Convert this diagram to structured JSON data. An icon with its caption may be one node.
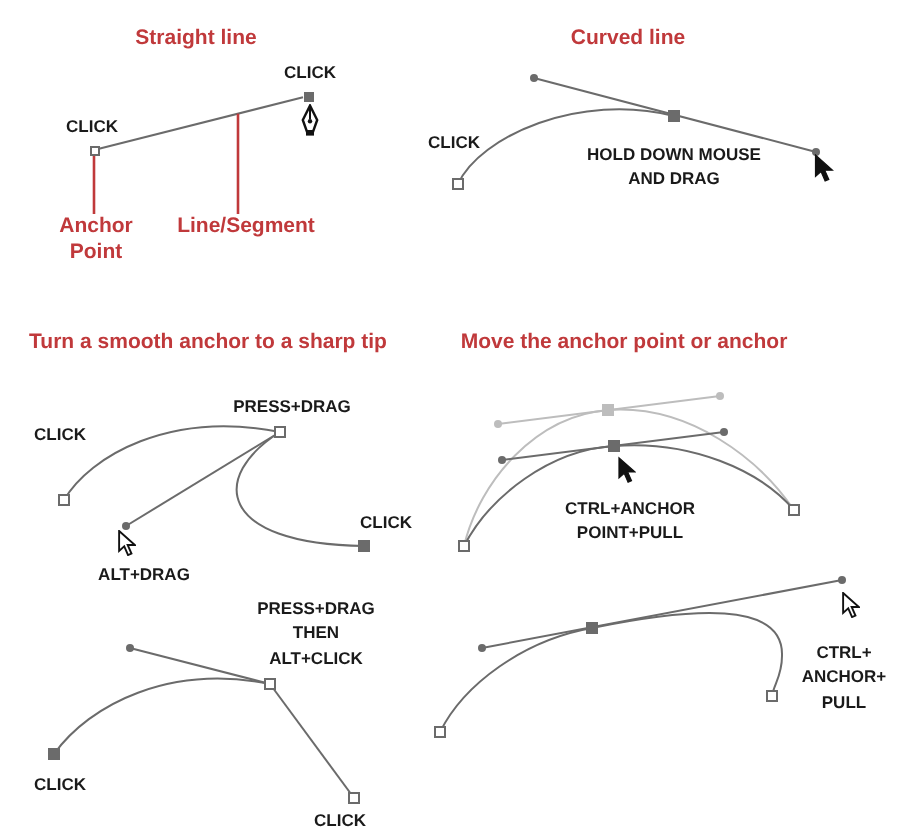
{
  "diagram": {
    "nodes": [
      {
        "text": [],
        "shape": "box"
      },
      {
        "text": [],
        "shape": "box"
      },
      {
        "text": [
          "Anchor Point"
        ]
      },
      {
        "text": [
          "Line/Segment"
        ]
      }
    ],
    "edges": [
      {
        "from": 0,
        "to": 1,
        "arrow": "none",
        "color": "#6b6b6b"
      },
      {
        "from": 2,
        "to": 0,
        "arrow": "none"
      },
      {
        "from": 3,
        "to": null,
        "arrow": "none"
      }
    ],
    "labels": [
      "Straight line",
      "Curved line",
      "CLICK",
      "CLICK",
      "CLICK",
      "HOLD DOWN MOUSE AND DRAG",
      "Turn a smooth anchor to a sharp tip",
      "Move the anchor point or anchor",
      "PRESS+DRAG",
      "CLICK",
      "CTRL+ANCHOR POINT+PULL",
      "CLICK",
      "ALT+DRAG",
      "PRESS+DRAG THEN ALT+CLICK",
      "CTRL+ ANCHOR+ PULL",
      "CLICK",
      "CLICK"
    ]
  }
}
